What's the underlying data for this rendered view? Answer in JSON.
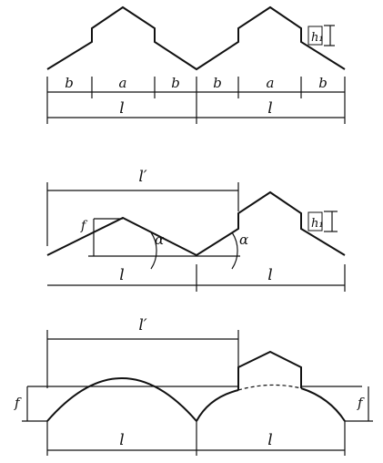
{
  "top": {
    "dims": [
      "b",
      "a",
      "b",
      "b",
      "a",
      "b"
    ],
    "spans": [
      "l",
      "l"
    ],
    "height": "h₁"
  },
  "middle": {
    "top_span": "l′",
    "rise": "f",
    "angle_left": "α",
    "angle_right": "α",
    "spans": [
      "l",
      "l"
    ],
    "height": "h₁"
  },
  "bottom": {
    "top_span": "l′",
    "rise_left": "f",
    "rise_right": "f",
    "spans": [
      "l",
      "l"
    ]
  }
}
